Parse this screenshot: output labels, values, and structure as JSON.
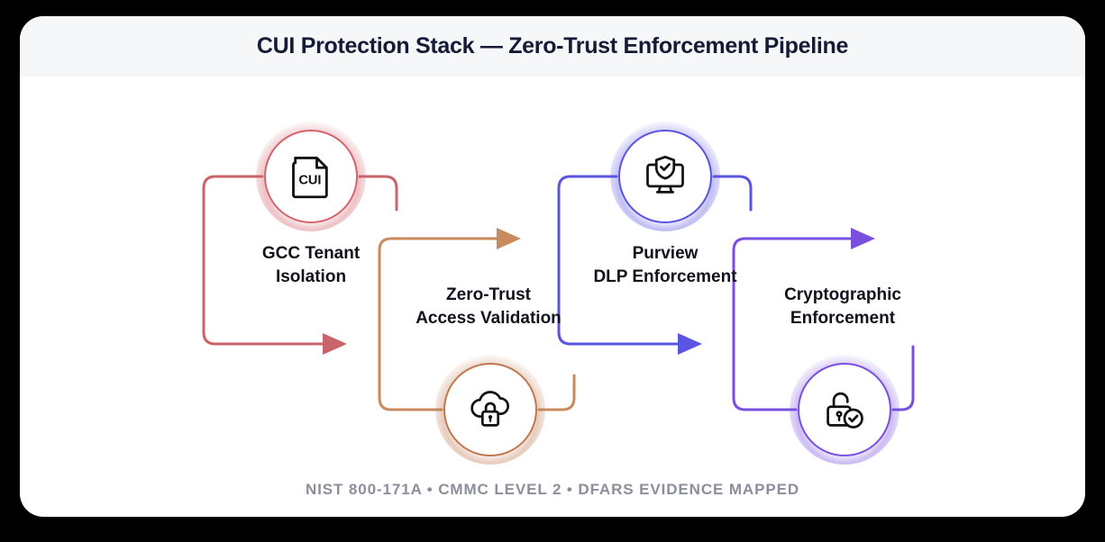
{
  "header": {
    "title": "CUI Protection Stack — Zero-Trust Enforcement Pipeline"
  },
  "diagram": {
    "type": "process-flow",
    "orientation": "serpentine-horizontal",
    "stages": [
      {
        "index": 1,
        "label": "GCC Tenant\nIsolation",
        "icon": "cui-document-icon",
        "accent_color": "#d4646d",
        "position": "top"
      },
      {
        "index": 2,
        "label": "Zero-Trust\nAccess Validation",
        "icon": "cloud-lock-icon",
        "accent_color": "#c0784f",
        "position": "bottom"
      },
      {
        "index": 3,
        "label": "Purview\nDLP Enforcement",
        "icon": "monitor-shield-check-icon",
        "accent_color": "#5a55e0",
        "position": "top"
      },
      {
        "index": 4,
        "label": "Cryptographic\nEnforcement",
        "icon": "unlocked-padlock-check-icon",
        "accent_color": "#7a4fe0",
        "position": "bottom"
      }
    ],
    "connectors": [
      {
        "from": 1,
        "to": 2,
        "color": "#c9656a",
        "arrow": true
      },
      {
        "from": 2,
        "to": 3,
        "color": "#c98a5e",
        "arrow": true
      },
      {
        "from": 3,
        "to": 4,
        "color": "#5a55e0",
        "arrow": true
      },
      {
        "from": 4,
        "to": "end",
        "color": "#7a4fe0",
        "arrow": true
      }
    ]
  },
  "footer": {
    "compliance_note": "NIST 800-171A • CMMC LEVEL 2 • DFARS EVIDENCE MAPPED"
  },
  "palette": {
    "card_background": "#ffffff",
    "header_background": "#f6f7f8",
    "page_background": "#000000",
    "title_color": "#151b35",
    "label_color": "#10131c",
    "footer_color": "#8b8f9c"
  }
}
